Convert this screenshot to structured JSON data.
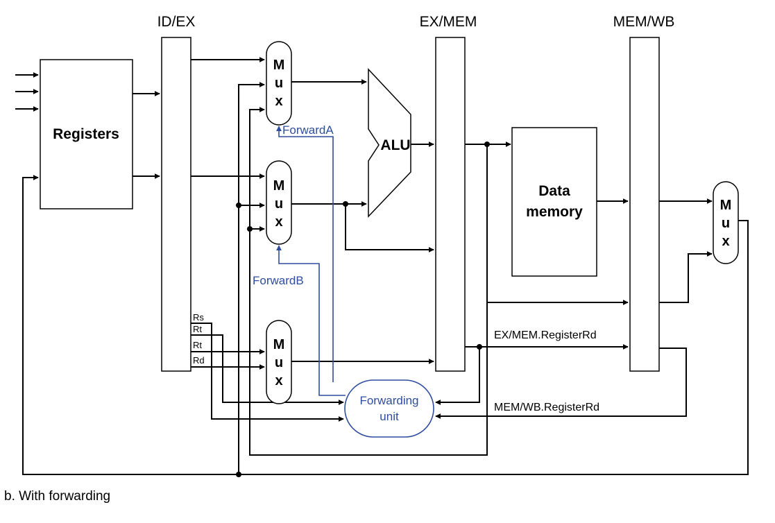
{
  "diagram": {
    "stages": {
      "id_ex": "ID/EX",
      "ex_mem": "EX/MEM",
      "mem_wb": "MEM/WB"
    },
    "blocks": {
      "registers": "Registers",
      "alu": "ALU",
      "data_memory_line1": "Data",
      "data_memory_line2": "memory",
      "forwarding_unit_line1": "Forwarding",
      "forwarding_unit_line2": "unit"
    },
    "mux_letters": [
      "M",
      "u",
      "x"
    ],
    "register_fields": {
      "rs": "Rs",
      "rt1": "Rt",
      "rt2": "Rt",
      "rd": "Rd"
    },
    "signals": {
      "forward_a": "ForwardA",
      "forward_b": "ForwardB",
      "ex_mem_register_rd": "EX/MEM.RegisterRd",
      "mem_wb_register_rd": "MEM/WB.RegisterRd"
    },
    "caption": "b. With forwarding",
    "colors": {
      "lines": "#000000",
      "control": "#2f4d9e"
    }
  }
}
